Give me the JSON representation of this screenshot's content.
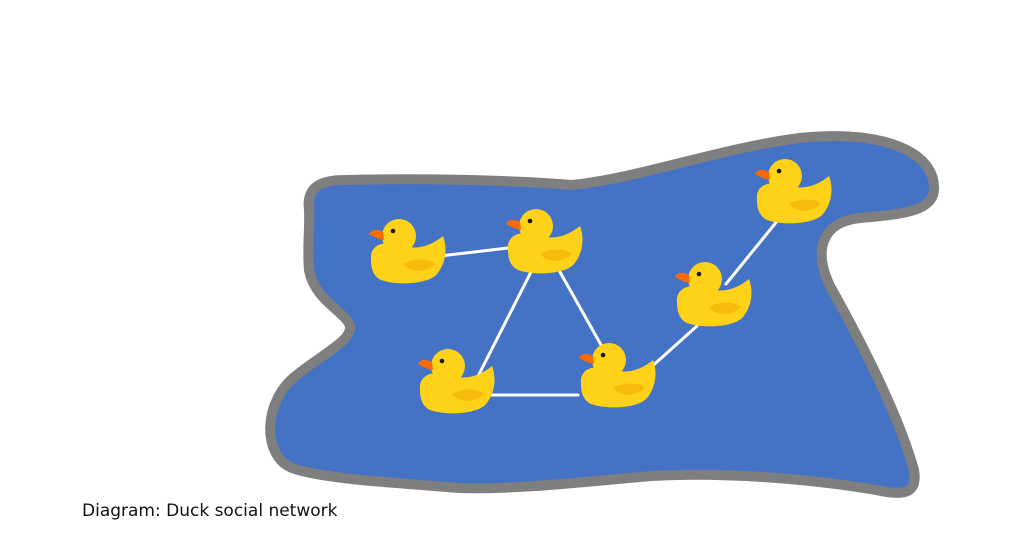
{
  "caption": "Diagram: Duck social network",
  "colors": {
    "pond_fill": "#4472c4",
    "pond_border": "#7f7f7f",
    "edge": "#ffffff",
    "duck_body": "#ffd21a",
    "duck_shade": "#f0a800",
    "duck_beak": "#ff6a00",
    "duck_eye": "#1a1a1a"
  },
  "network": {
    "nodes": [
      {
        "id": "duck-a",
        "icon": "rubber-duck-icon"
      },
      {
        "id": "duck-b",
        "icon": "rubber-duck-icon"
      },
      {
        "id": "duck-c",
        "icon": "rubber-duck-icon"
      },
      {
        "id": "duck-d",
        "icon": "rubber-duck-icon"
      },
      {
        "id": "duck-e",
        "icon": "rubber-duck-icon"
      },
      {
        "id": "duck-f",
        "icon": "rubber-duck-icon"
      }
    ],
    "edges": [
      [
        "duck-a",
        "duck-b"
      ],
      [
        "duck-b",
        "duck-c"
      ],
      [
        "duck-b",
        "duck-d"
      ],
      [
        "duck-c",
        "duck-d"
      ],
      [
        "duck-d",
        "duck-e"
      ],
      [
        "duck-e",
        "duck-f"
      ]
    ]
  }
}
